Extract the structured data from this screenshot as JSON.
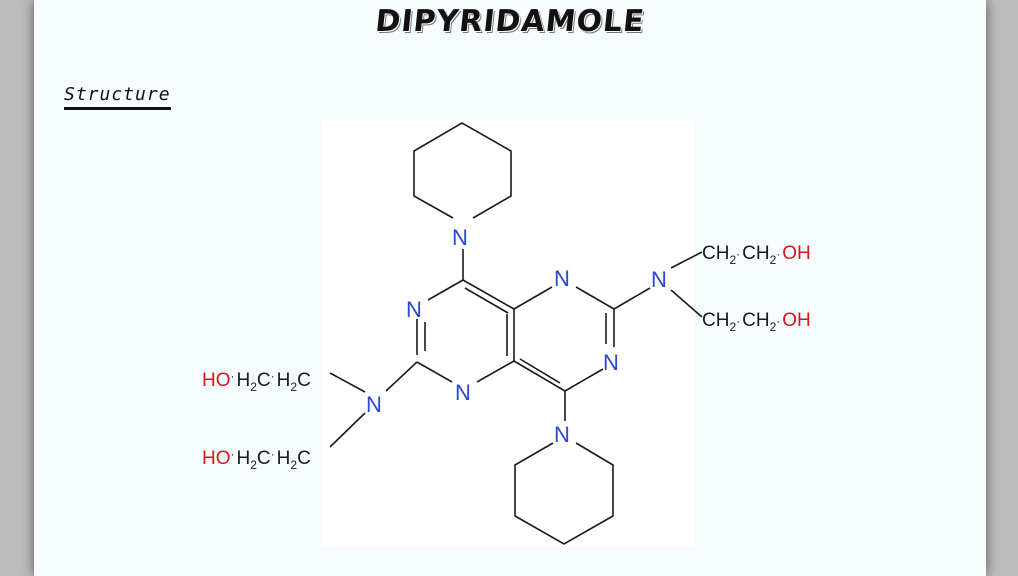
{
  "slide": {
    "title": "DIPYRIDAMOLE",
    "subtitle": "Structure"
  },
  "molecule": {
    "ring_nitrogen": "N",
    "amine_nitrogen": "N",
    "piperidine_nitrogen": "N",
    "right_chain": {
      "ch2_a": "CH",
      "ch2_b": "CH",
      "subscript": "2",
      "dot": "·",
      "oh": "OH"
    },
    "left_chain": {
      "ho": "HO",
      "h2c_a": "H",
      "h2c_b": "H",
      "c": "C",
      "subscript": "2",
      "dot": "·"
    },
    "colors": {
      "nitrogen": "#2b47d6",
      "oxygen": "#d11a1a",
      "bond": "#1a1a1a"
    }
  }
}
